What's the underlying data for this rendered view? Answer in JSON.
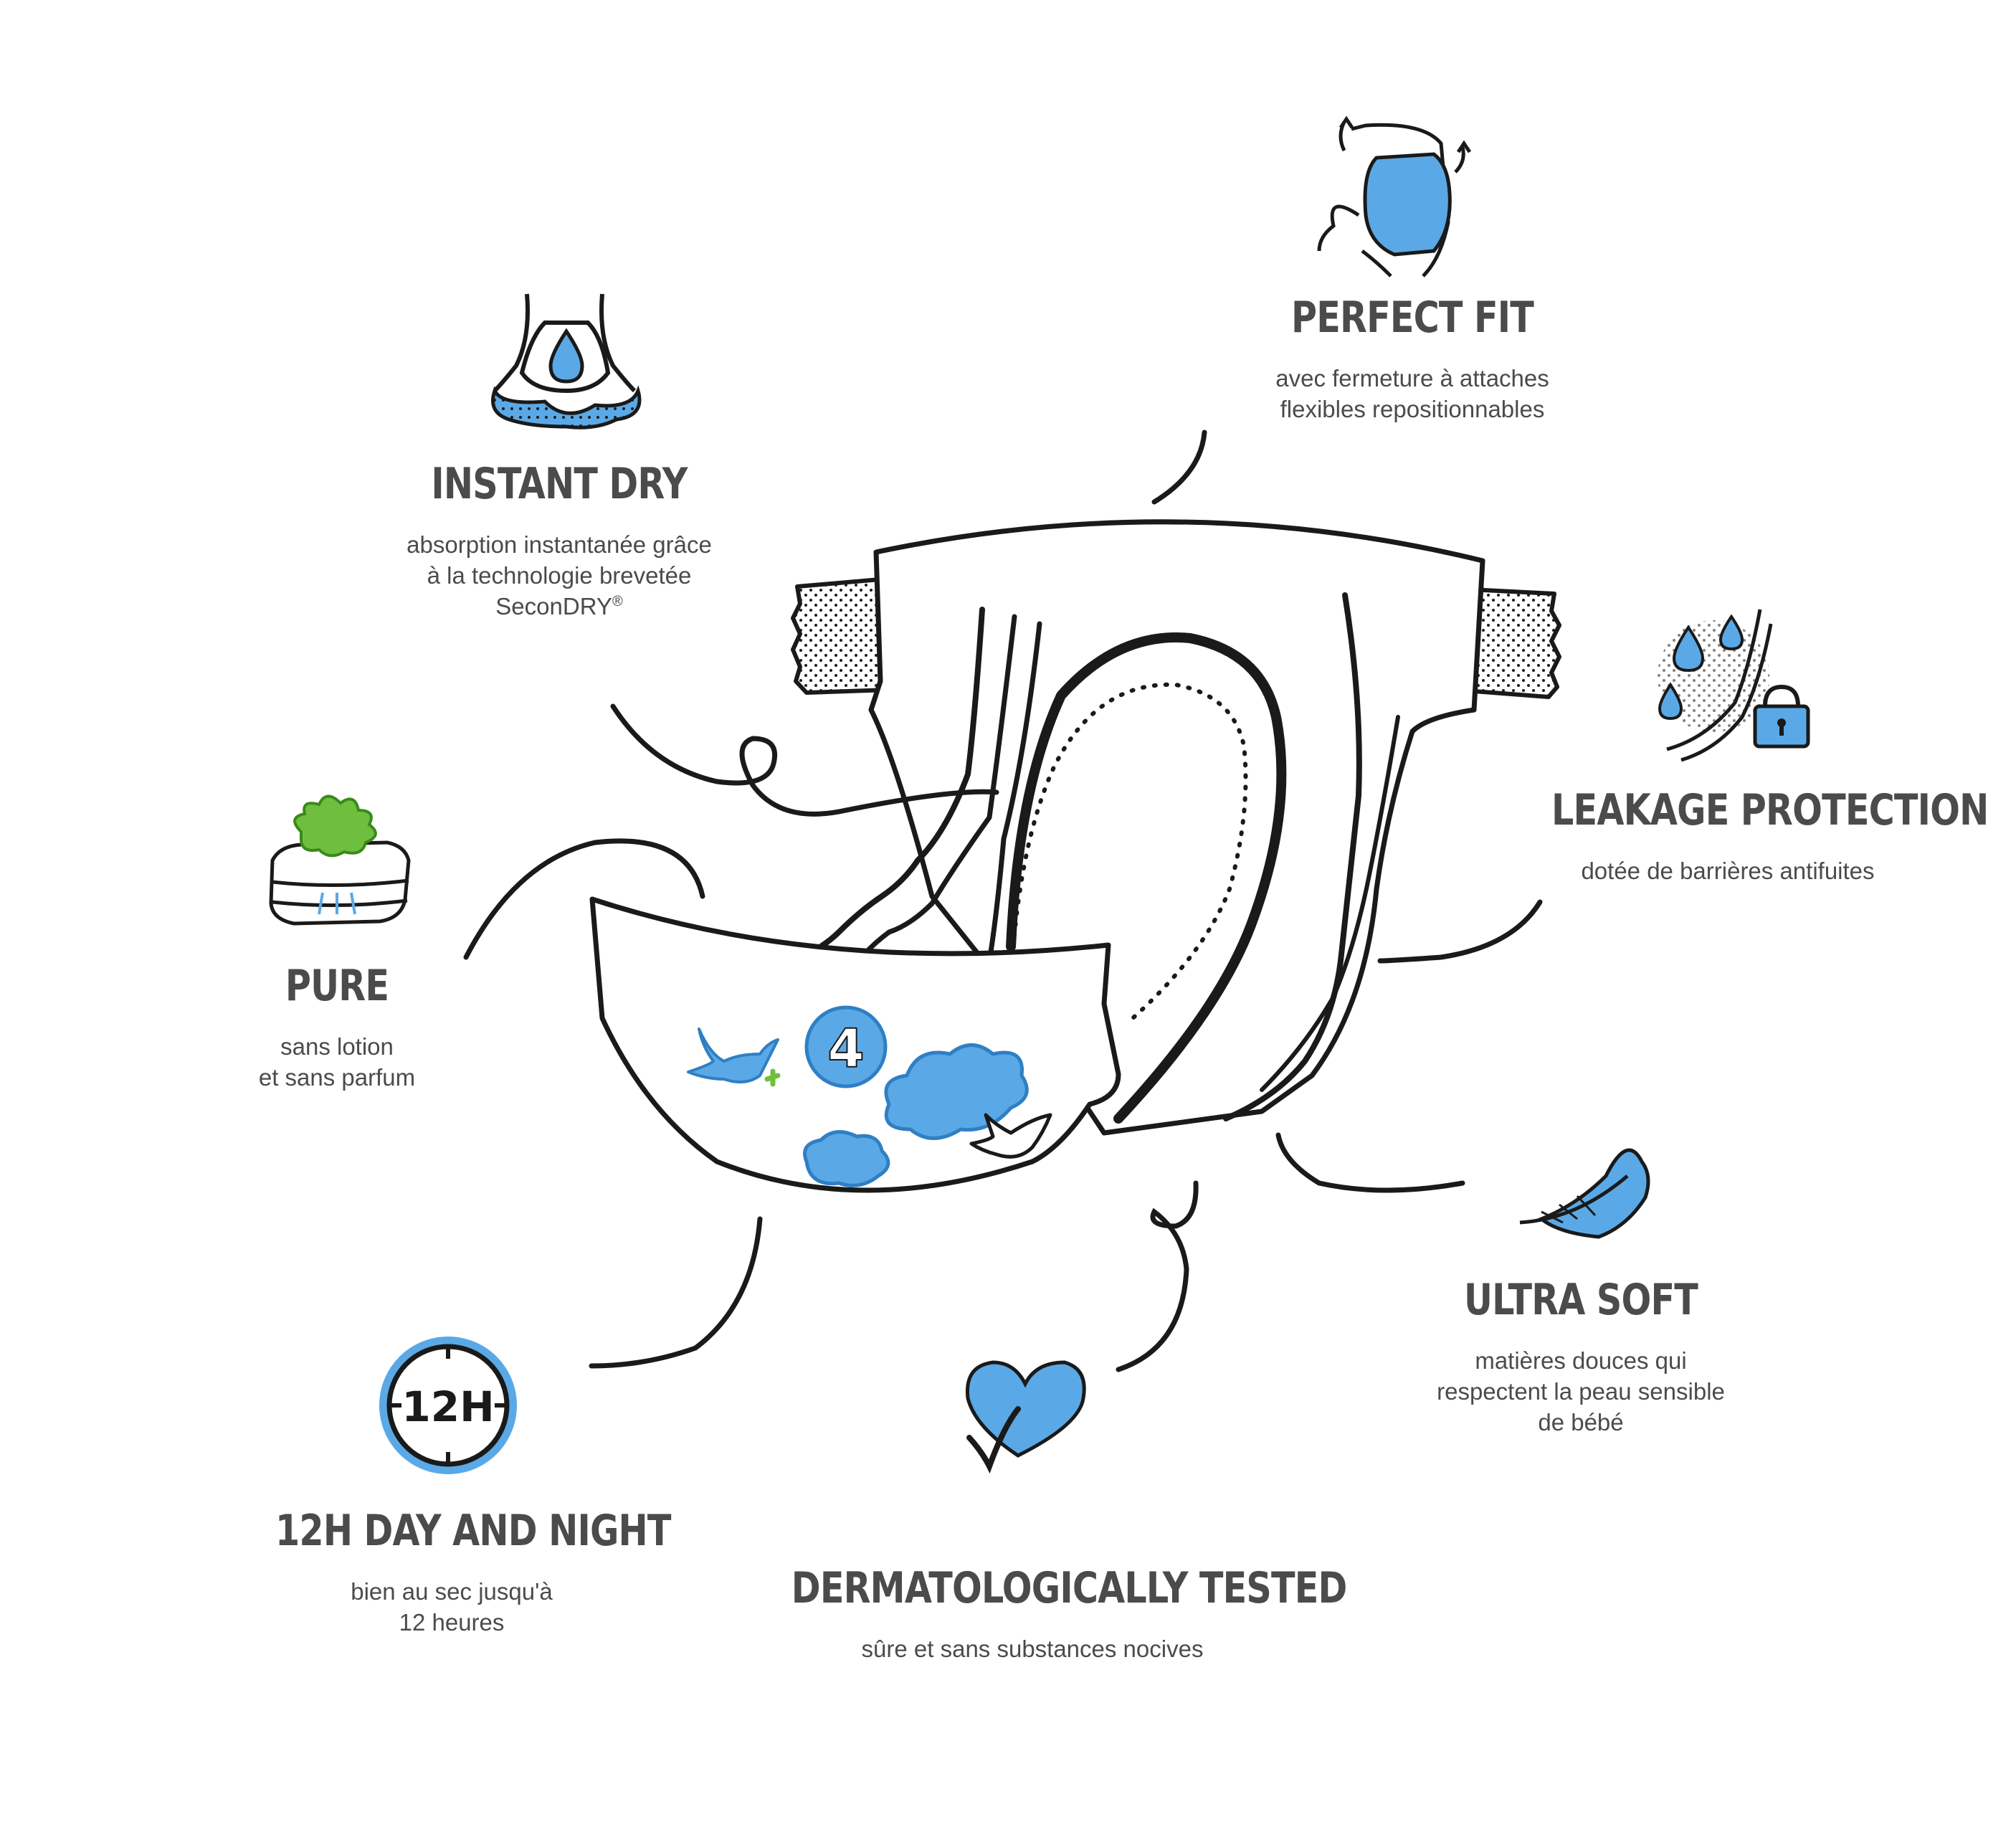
{
  "colors": {
    "accent_blue": "#5aa9e6",
    "leaf_green": "#6fbf3f",
    "ink": "#1a1a1a",
    "text": "#4b4b4b"
  },
  "badge_text": "4",
  "features": {
    "instant_dry": {
      "title": "INSTANT DRY",
      "lines": [
        "absorption instantanée grâce",
        "à la technologie brevetée",
        "SeconDRY"
      ],
      "mark": "®",
      "icon": "drop-barrier-icon"
    },
    "perfect_fit": {
      "title": "PERFECT FIT",
      "lines": [
        "avec fermeture à attaches",
        "flexibles repositionnables"
      ],
      "icon": "fit-body-icon"
    },
    "leakage_protection": {
      "title": "LEAKAGE PROTECTION",
      "lines": [
        "dotée de barrières antifuites"
      ],
      "icon": "lock-drops-icon"
    },
    "pure": {
      "title": "PURE",
      "lines": [
        "sans lotion",
        "et sans parfum"
      ],
      "icon": "leaf-layers-icon"
    },
    "ultra_soft": {
      "title": "ULTRA SOFT",
      "lines": [
        "matières douces qui",
        "respectent la peau sensible",
        "de bébé"
      ],
      "icon": "feather-icon"
    },
    "day_night": {
      "title": "12H DAY AND NIGHT",
      "lines": [
        "bien au sec jusqu'à",
        "12 heures"
      ],
      "clock_label": "12H",
      "icon": "clock-icon"
    },
    "dermatologically_tested": {
      "title": "DERMATOLOGICALLY TESTED",
      "lines": [
        "sûre et sans substances nocives"
      ],
      "icon": "heart-check-icon"
    }
  }
}
